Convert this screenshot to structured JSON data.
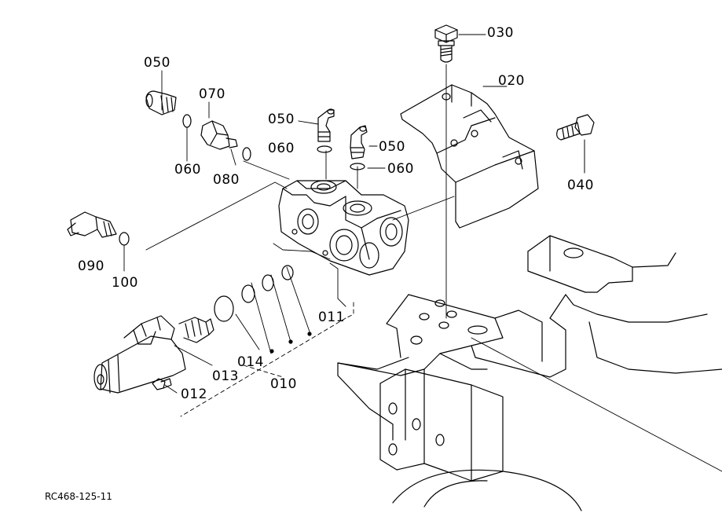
{
  "diagram": {
    "callouts": {
      "p030": "030",
      "p020": "020",
      "p040": "040",
      "p050a": "050",
      "p070": "070",
      "p050b": "050",
      "p060b": "060",
      "p050c": "050",
      "p060c": "060",
      "p060a": "060",
      "p080": "080",
      "p090": "090",
      "p100": "100",
      "p011": "011",
      "p013": "013",
      "p014": "014",
      "p010": "010",
      "p012": "012"
    },
    "drawing_code": "RC468-125-11"
  }
}
